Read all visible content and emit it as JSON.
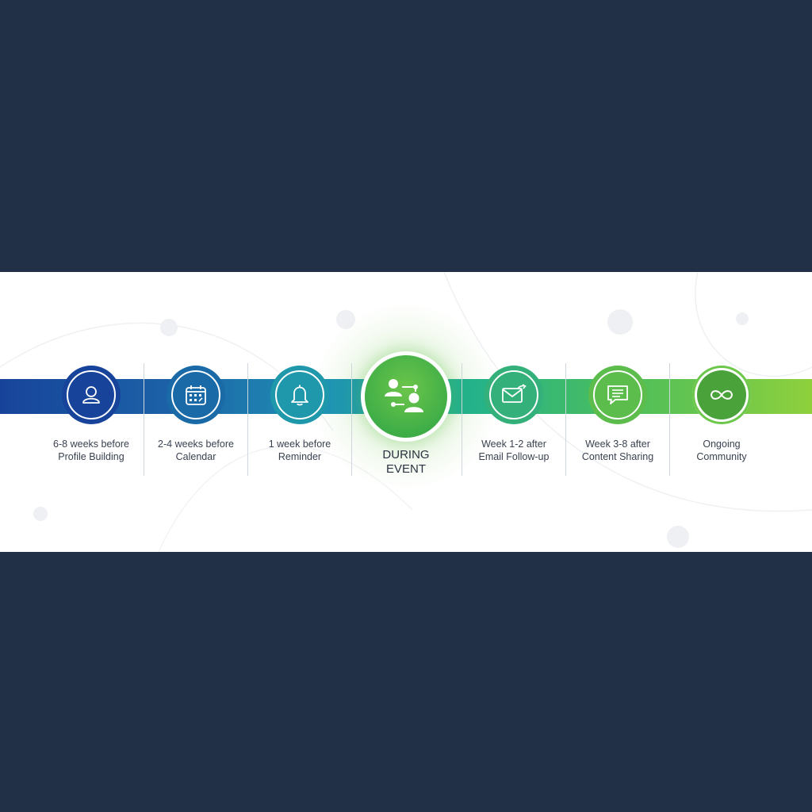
{
  "colors": {
    "background": "#223047",
    "band": "#ffffff",
    "gradient_start": "#17449a",
    "gradient_end": "#8fd03c",
    "highlight": "#4cb847"
  },
  "timeline": {
    "steps": [
      {
        "timing": "6-8 weeks before",
        "name": "Profile Building",
        "icon": "user-icon",
        "color": "#17449a"
      },
      {
        "timing": "2-4 weeks before",
        "name": "Calendar",
        "icon": "calendar-icon",
        "color": "#1a6aa8"
      },
      {
        "timing": "1 week before",
        "name": "Reminder",
        "icon": "bell-icon",
        "color": "#1f98ac"
      },
      {
        "timing": "DURING",
        "name": "EVENT",
        "icon": "networking-icon",
        "color": "#4cb847",
        "highlighted": true
      },
      {
        "timing": "Week 1-2 after",
        "name": "Email Follow-up",
        "icon": "email-icon",
        "color": "#34b07a"
      },
      {
        "timing": "Week 3-8 after",
        "name": "Content Sharing",
        "icon": "chat-icon",
        "color": "#5cbd4c"
      },
      {
        "timing": "Ongoing",
        "name": "Community",
        "icon": "infinity-icon",
        "color": "#4aa23a"
      }
    ]
  }
}
